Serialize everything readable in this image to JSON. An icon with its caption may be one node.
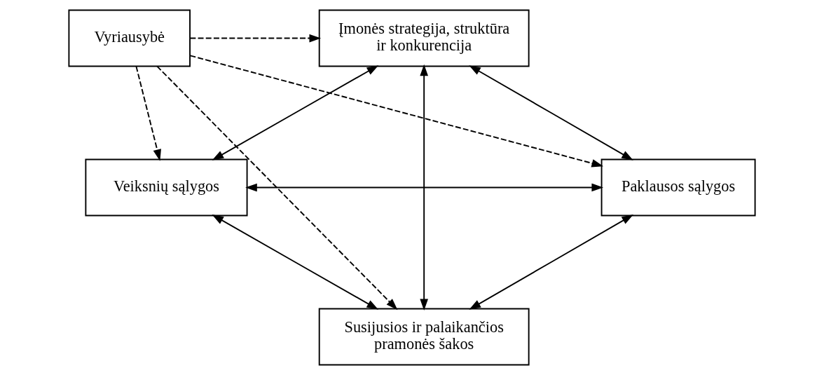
{
  "diagram": {
    "nodes": [
      {
        "text": [
          "Vyriausybė"
        ]
      },
      {
        "text": [
          "Įmonės strategija, struktūra ir konkurencija"
        ]
      },
      {
        "text": [
          "Veiksnių sąlygos"
        ]
      },
      {
        "text": [
          "Paklausos sąlygos"
        ]
      },
      {
        "text": [
          "Susijusios ir palaikančios pramonės šakos"
        ]
      }
    ],
    "edges": [
      {
        "from": 0,
        "to": 1,
        "arrow": "to",
        "style": "dashed"
      },
      {
        "from": 0,
        "to": 2,
        "arrow": "to",
        "style": "dashed"
      },
      {
        "from": 0,
        "to": 3,
        "arrow": "to",
        "style": "dashed"
      },
      {
        "from": 0,
        "to": 4,
        "arrow": "to",
        "style": "dashed"
      },
      {
        "from": 2,
        "to": 1,
        "arrow": "both"
      },
      {
        "from": 1,
        "to": 3,
        "arrow": "both"
      },
      {
        "from": 2,
        "to": 3,
        "arrow": "both"
      },
      {
        "from": 1,
        "to": 4,
        "arrow": "both"
      },
      {
        "from": 2,
        "to": 4,
        "arrow": "both"
      },
      {
        "from": 3,
        "to": 4,
        "arrow": "both"
      }
    ]
  }
}
